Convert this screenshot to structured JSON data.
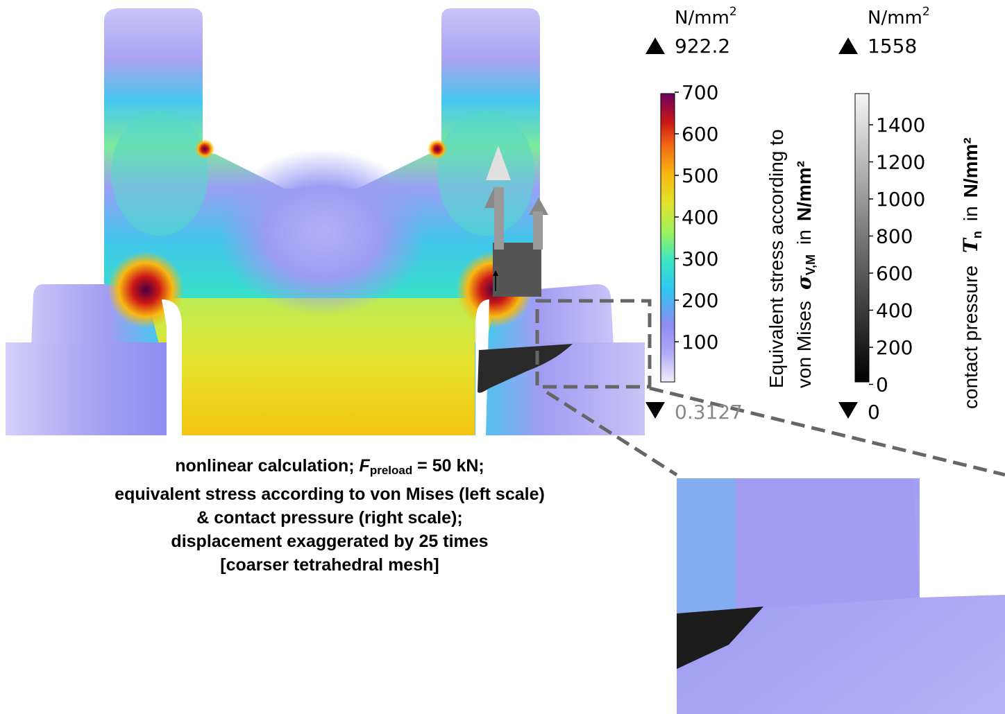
{
  "stress_scale": {
    "unit": "N/mm",
    "unit_exp": "2",
    "max": "922.2",
    "min": "0.3127",
    "ticks": [
      "700",
      "600",
      "500",
      "400",
      "300",
      "200",
      "100"
    ],
    "title_line1": "Equivalent stress according to",
    "title_line2_a": "von Mises",
    "title_symbol": "σ",
    "title_subscript": "V,M",
    "title_in": "in",
    "title_unit": "N/mm²",
    "colors": [
      "#f0ecfb",
      "#a9a3f4",
      "#8c8cf2",
      "#30c6f2",
      "#39e6c4",
      "#9cf25b",
      "#e3e32a",
      "#f7b811",
      "#f26a12",
      "#cc1717",
      "#6b0060"
    ]
  },
  "pressure_scale": {
    "unit": "N/mm",
    "unit_exp": "2",
    "max": "1558",
    "min": "0",
    "ticks": [
      "1400",
      "1200",
      "1000",
      "800",
      "600",
      "400",
      "200",
      "0"
    ],
    "title_a": "contact pressure",
    "title_symbol": "T",
    "title_subscript": "n",
    "title_in": "in",
    "title_unit": "N/mm²"
  },
  "caption": {
    "line1_a": "nonlinear calculation; ",
    "line1_f": "F",
    "line1_sub": "preload",
    "line1_b": " = 50 kN;",
    "line2": "equivalent stress according to von Mises (left scale)",
    "line3": "& contact pressure (right scale);",
    "line4": "displacement exaggerated by 25 times",
    "line5": "[coarser tetrahedral mesh]"
  }
}
